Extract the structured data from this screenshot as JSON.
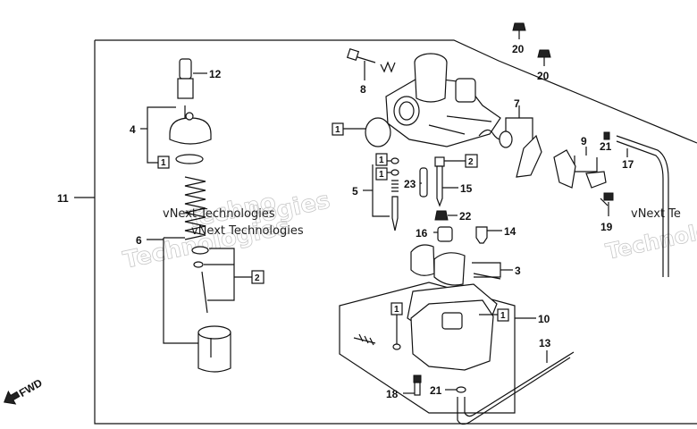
{
  "diagram": {
    "callouts": {
      "c1": "1",
      "c2": "2",
      "c3": "3",
      "c4": "4",
      "c5": "5",
      "c6": "6",
      "c7": "7",
      "c8": "8",
      "c9": "9",
      "c10": "10",
      "c11": "11",
      "c12": "12",
      "c13": "13",
      "c14": "14",
      "c15": "15",
      "c16": "16",
      "c17": "17",
      "c18": "18",
      "c19": "19",
      "c20a": "20",
      "c20b": "20",
      "c21a": "21",
      "c21b": "21",
      "c22": "22",
      "c23": "23"
    },
    "boxed_refs": {
      "b1_cap": "1",
      "b1_body": "1",
      "b1_five_a": "1",
      "b1_five_b": "1",
      "b1_bowl_a": "1",
      "b1_bowl_b": "1",
      "b2_six": "2",
      "b2_fifteen": "2"
    },
    "direction_label": "FWD",
    "watermark": {
      "brand_a": "vNext Technologies",
      "brand_b": "vNext Technologies",
      "brand_c": "vNext Te",
      "outline_a": "Techno",
      "outline_b": "logies",
      "outline_c": "Technologies",
      "outline_d": "Technolo"
    }
  }
}
